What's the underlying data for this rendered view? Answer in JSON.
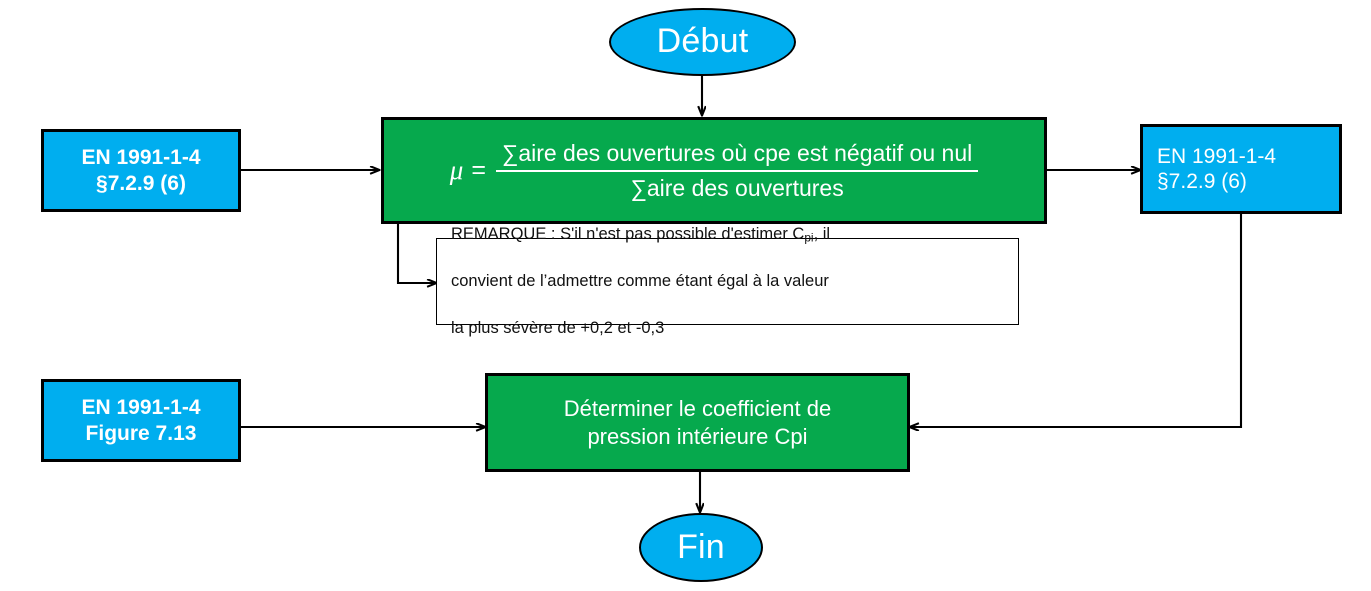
{
  "diagram": {
    "title": "Organigramme coefficient de pression intérieure Cpi",
    "colors": {
      "blue": "#00AEEF",
      "green": "#06A94D",
      "border": "#000000",
      "text_on_fill": "#FFFFFF",
      "note_background": "#FFFFFF",
      "note_text": "#111111"
    }
  },
  "nodes": {
    "start": {
      "label": "Début",
      "shape": "ellipse"
    },
    "end": {
      "label": "Fin",
      "shape": "ellipse"
    },
    "ref_top_left": {
      "line1": "EN 1991-1-4",
      "line2": "§7.2.9 (6)"
    },
    "ref_right": {
      "line1": "EN 1991-1-4",
      "line2": "§7.2.9 (6)"
    },
    "ref_bottom_left": {
      "line1": "EN 1991-1-4",
      "line2": "Figure 7.13"
    },
    "formula": {
      "variable": "μ",
      "equals": "=",
      "numerator": "∑aire des ouvertures où cpe est négatif ou nul",
      "denominator": "∑aire des ouvertures"
    },
    "note": {
      "line1_a": "REMARQUE : S'il n'est pas possible d'estimer C",
      "line1_sub": "pi",
      "line1_b": ", il",
      "line2": "convient de l’admettre comme étant égal à la valeur",
      "line3": "la plus sévère de +0,2 et -0,3"
    },
    "process_cpi": {
      "line1": "Déterminer le coefficient de",
      "line2": "pression intérieure Cpi"
    }
  }
}
